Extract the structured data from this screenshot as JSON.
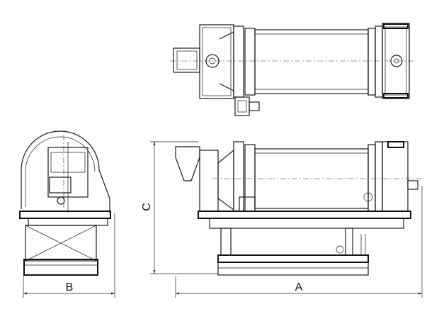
{
  "drawing": {
    "dimensions": {
      "overall_length": "A",
      "overall_width": "B",
      "overall_height": "C"
    }
  }
}
